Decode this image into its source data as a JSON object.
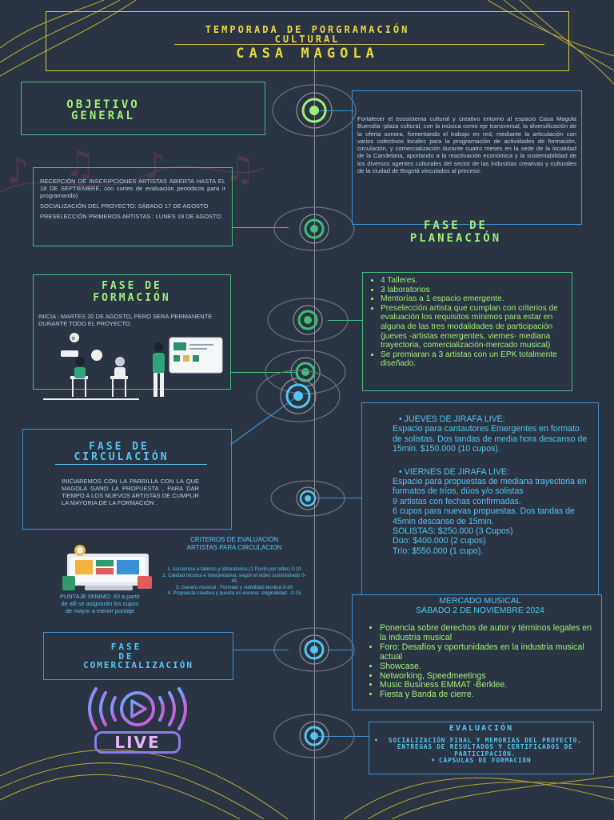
{
  "header": {
    "line1": "TEMPORADA DE PORGRAMACIÓN",
    "line2": "CULTURAL",
    "line3": "CASA MAGOLA"
  },
  "objetivo": {
    "title_1": "OBJETIVO",
    "title_2": "GENERAL",
    "text": "Fortalecer el ecosistema cultural y creativo entorno al espacio Casa Magola Buendía -plaza cultural, con la música como eje transversal, la diversificación de la oferta sonora, fomentando el trabajo en red, mediante la articulación con varios colectivos locales para la programación de actividades de formación, circulación, y comercialización durante cuatro meses en la sede de la localidad de la Candelaria, aportando a la reactivación económica y la sustentabilidad de los diversos agentes culturales del sector de las industrias creativas y culturales de la ciudad de Bogotá vinculados al proceso."
  },
  "planeacion": {
    "title_1": "FASE DE",
    "title_2": "PLANEACIÓN",
    "items": [
      "RECEPCIÓN DE INSCRIPCIONES ARTISTAS ABIERTA HASTA EL 18 DE SEPTIEMBRE, con cortes de evaluación periódicos para ir programando)",
      "SOCIALIZACIÓN DEL PROYECTO: SÁBADO 17 DE AGOSTO",
      "PRESELECCIÓN PRIMEROS ARTISTAS : LUNES 19 DE AGOSTO."
    ]
  },
  "formacion": {
    "title_1": "FASE DE",
    "title_2": "FORMACIÓN",
    "text": "INICIA : MARTES 20 DE AGOSTO, PERO SERA PERMANENTE DURANTE TODO EL PROYECTO.",
    "items": [
      "4 Talleres.",
      "3 laboratorios",
      "Mentorías a 1 espacio emergente.",
      "Preselección artista que cumplan con criterios de evaluación los requisitos mínimos para estar en alguna de las tres modalidades de participación (jueves -artistas emergentes, viernes- mediana trayectoria, comercialización-mercado musical)",
      "Se premiaran a 3 artistas con un EPK totalmente diseñado."
    ]
  },
  "circulacion": {
    "title_1": "FASE DE",
    "title_2": "CIRCULACIÓN",
    "text": "INICIAREMOS CON LA PARRILLA CON LA QUE MAGOLA GANO LA PROPUESTA , PARA DAR TIEMPO A LOS NUEVOS ARTISTAS DE CUMPLIR LA MAYORIA DE LA FORMACIÓN .",
    "jueves_title": "JUEVES DE JIRAFA LIVE:",
    "jueves_text": "Espacio para cantautores Emergentes en formato de solistas. Dos tandas de media hora descanso de 15min. $150.000 (10 cupos).",
    "viernes_title": "VIERNES DE JIRAFA LIVE:",
    "viernes_lines": [
      "Espacio para propuestas de mediana trayectoria en formatos de tríos, dúos y/o solistas",
      "9 artistas con fechas confirmadas.",
      "6 cupos para nuevas propuestas. Dos tandas de 45min descanso de 15min.",
      "SOLISTAS: $250.000 (3 Cupos)",
      "Dúo: $400.000 (2 cupos)",
      "Trío: $550.000 (1 cupo)."
    ]
  },
  "criterios": {
    "title_1": "CRITERIOS DE EVALUACIÓN",
    "title_2": "ARTISTAS PARA CIRCULACION",
    "items": [
      "1. Asistencia a talleres y laboratorios.(1 Punto por taller) 0-10",
      "2. Calidad técnica e interpretativa: según el video suministrado 0-45",
      "3. Genero musical , Formato y viabilidad técnica 0-30",
      "4. Propuesta creativa y puesta en escena -originalidad . 0-15"
    ],
    "puntaje": "PUNTAJE MINIMO: 60 a partir de alli se asignarán los cupos de mayor a menor puntaje"
  },
  "comercializacion": {
    "title_1": "FASE",
    "title_2": "DE",
    "title_3": "COMERCIALIZACIÓN",
    "mercado_1": "MERCADO MUSICAL",
    "mercado_2": "SÁBADO 2 DE NOVIEMBRE 2024",
    "items": [
      "Ponencia sobre derechos de autor y términos legales en la industria musical",
      "Foro: Desafíos y oportunidades en la industria musical actual",
      "Showcase.",
      "Networking, Speedmeetings",
      "Music Business EMMAT -Berklee.",
      "Fiesta y Banda de cierre."
    ]
  },
  "evaluacion": {
    "title": "EVALUACIÓN",
    "items": [
      "SOCIALIZACIÓN FINAL Y MEMORIAS DEL PROYECTO, ENTREGAS DE RESULTADOS Y CERTIFICADOS DE PARTICIPACIÓN.",
      "CÁPSULAS DE FORMACIÓN"
    ]
  },
  "live_logo": {
    "text": "LIVE"
  },
  "colors": {
    "background": "#2b3442",
    "gold": "#d8c640",
    "green": "#9ef07a",
    "blue": "#52c6f2",
    "body_text": "#b6cfea"
  }
}
